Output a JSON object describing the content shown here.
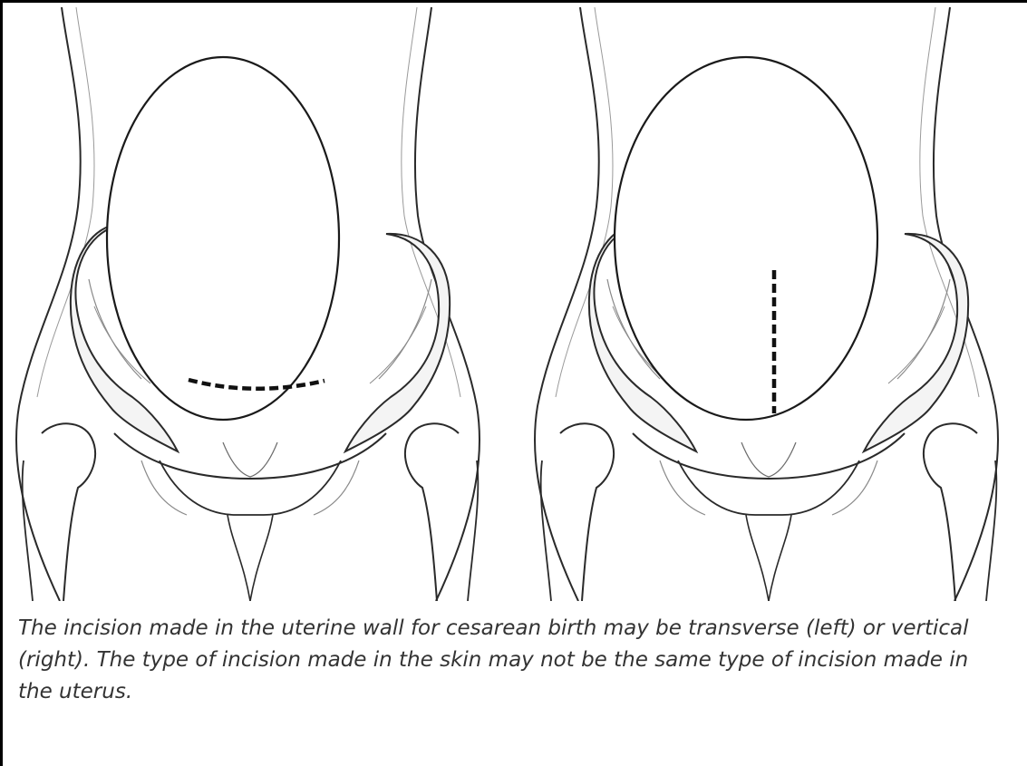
{
  "figure": {
    "panels": [
      {
        "incision": "transverse",
        "side": "left"
      },
      {
        "incision": "vertical",
        "side": "right"
      }
    ]
  },
  "caption": "The incision made in the uterine wall for cesarean birth may be transverse (left) or vertical (right). The type of incision made in the skin may not be the same type of incision made in the uterus.",
  "colors": {
    "line": "#1a1a1a",
    "shade": "#8a8a8a",
    "caption": "#333333"
  }
}
